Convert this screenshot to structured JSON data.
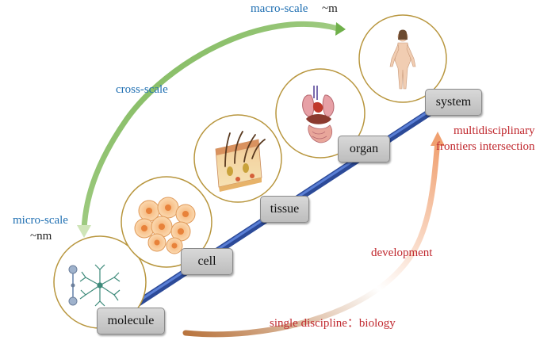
{
  "labels": {
    "macro_scale": "macro-scale",
    "macro_unit": "~m",
    "cross_scale": "cross-scale",
    "micro_scale": "micro-scale",
    "micro_unit": "~nm",
    "multidisciplinary_line1": "multidisciplinary",
    "multidisciplinary_line2": "frontiers intersection",
    "development": "development",
    "single_discipline": "single discipline：biology"
  },
  "stages": [
    "molecule",
    "cell",
    "tissue",
    "organ",
    "system"
  ],
  "icons": [
    "molecule-icon",
    "cell-cluster-icon",
    "skin-tissue-icon",
    "organs-icon",
    "human-body-icon"
  ],
  "colors": {
    "staircase": "#3b5fb8",
    "circle_border": "#b8963e",
    "blue_text": "#1f6fb2",
    "red_text": "#c0282e",
    "green_arrow": "#8cc06a",
    "orange_arrow": "#e8a070"
  }
}
